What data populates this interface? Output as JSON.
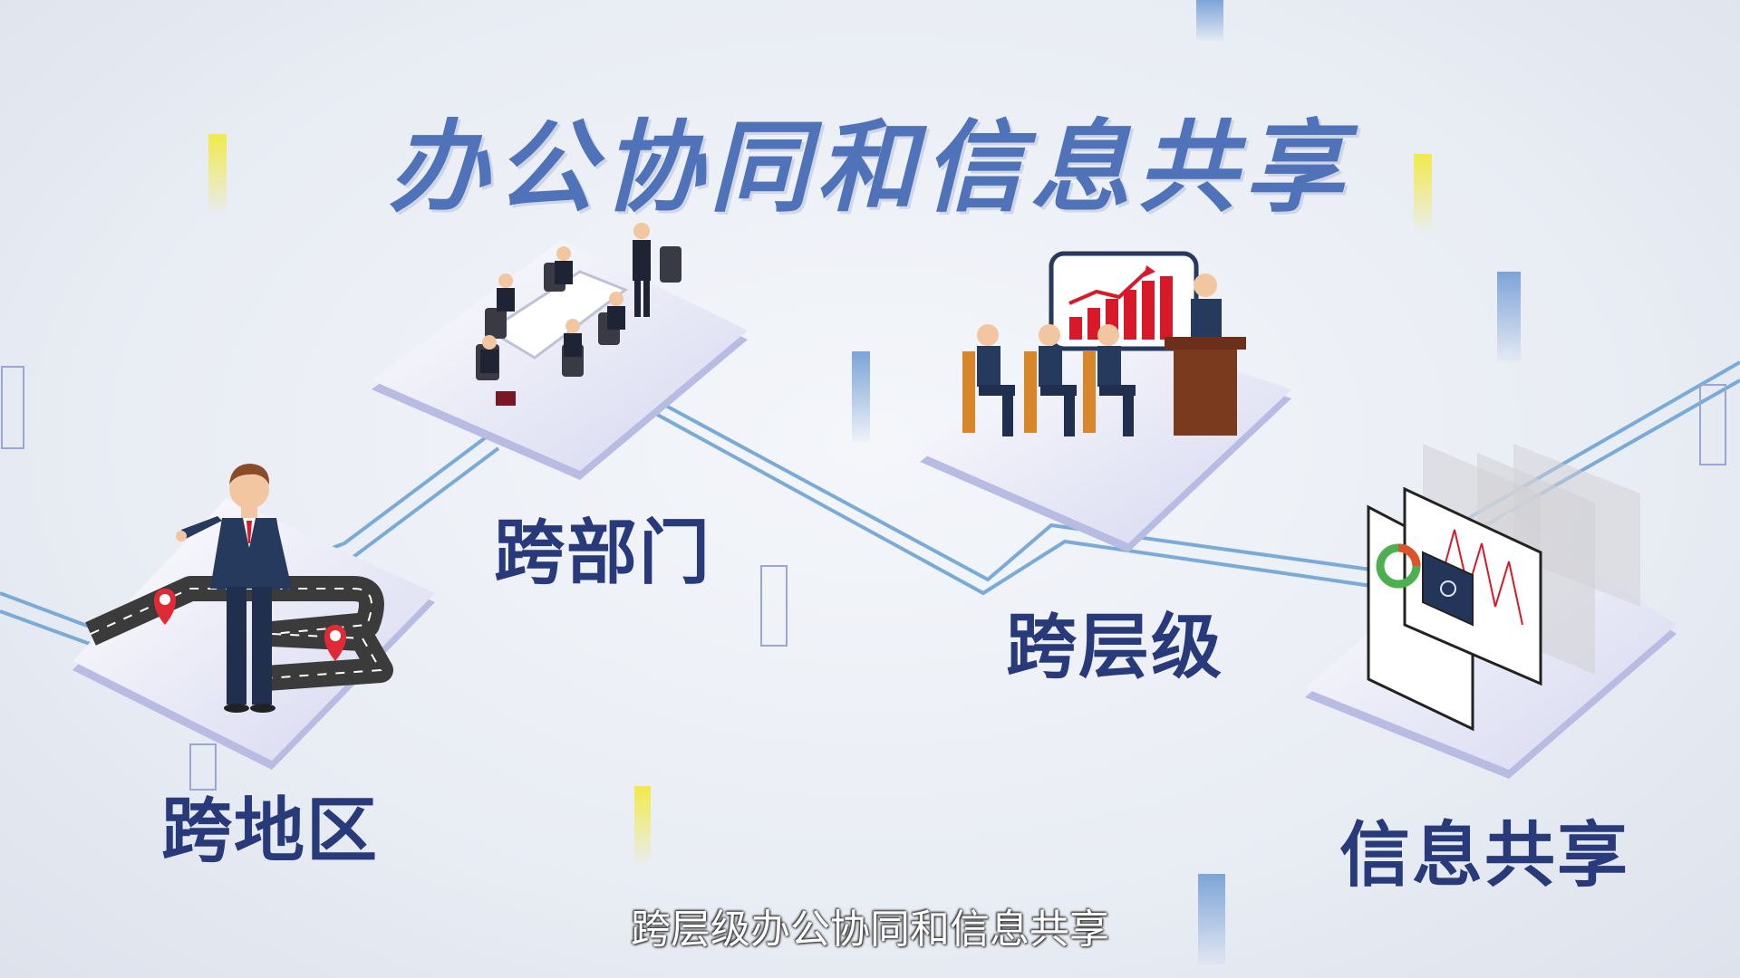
{
  "title": "办公协同和信息共享",
  "labels": {
    "cross_region": "跨地区",
    "cross_department": "跨部门",
    "cross_level": "跨层级",
    "info_sharing": "信息共享"
  },
  "subtitle": "跨层级办公协同和信息共享",
  "colors": {
    "title": "#4f72b8",
    "label": "#283a7a",
    "connector": "#7aaad8",
    "platform": "#d9dcf0",
    "chart_red": "#d8192a",
    "suit": "#263a5e"
  }
}
